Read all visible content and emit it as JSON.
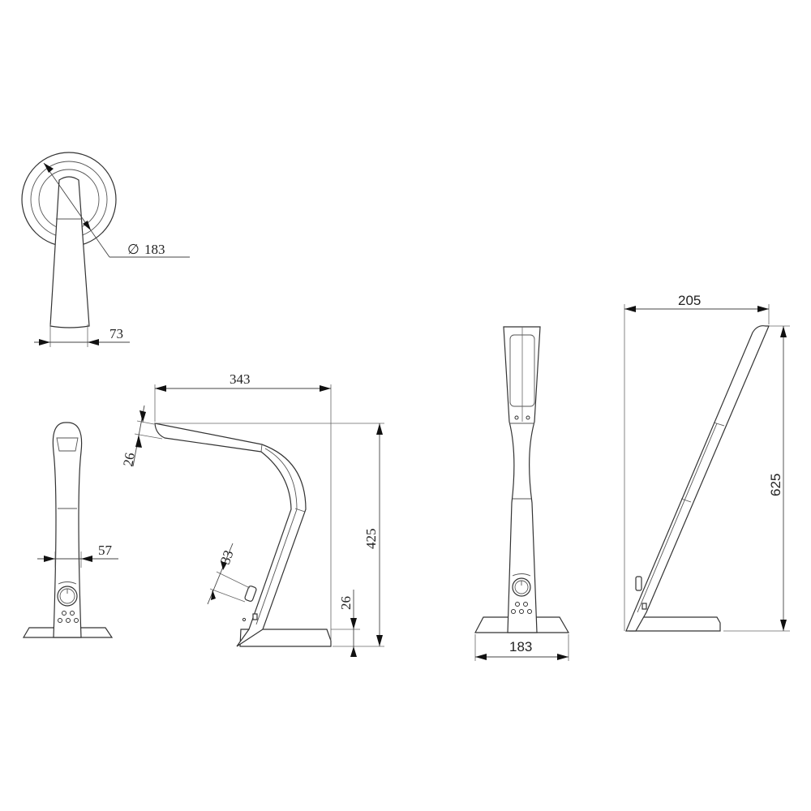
{
  "drawing": {
    "subject": "Desk lamp dimension drawing",
    "units": "mm",
    "line_color": "#333333",
    "background": "#ffffff"
  },
  "views": {
    "top": {
      "base_diameter_label": "183",
      "diameter_symbol": "∅",
      "neck_width_label": "73"
    },
    "front_small": {
      "stem_width_label": "57"
    },
    "side_bent": {
      "reach_label": "343",
      "head_thickness_label": "26",
      "height_label": "425",
      "switch_length_label": "33",
      "base_thickness_label": "26"
    },
    "front_upright": {
      "base_width_label": "183"
    },
    "side_upright": {
      "depth_label": "205",
      "height_label": "625"
    }
  }
}
